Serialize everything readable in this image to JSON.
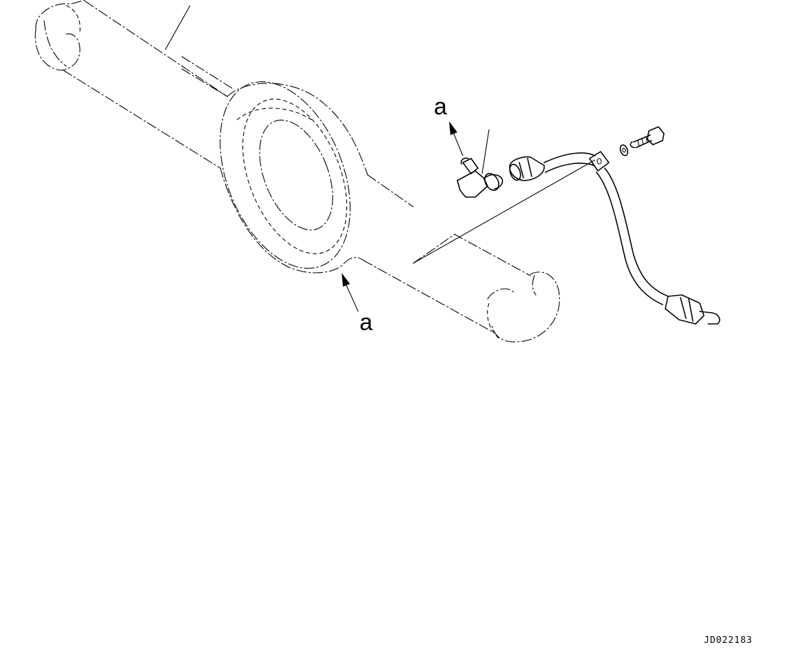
{
  "labels": {
    "arrow_a_upper": "a",
    "arrow_a_lower": "a"
  },
  "drawing_code": "JD022183"
}
